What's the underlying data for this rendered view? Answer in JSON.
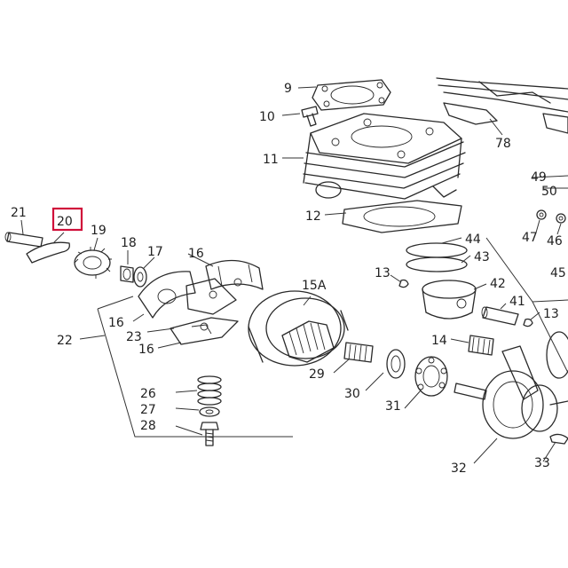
{
  "highlight_color": "#d0103a",
  "labels": {
    "p9": "9",
    "p10": "10",
    "p11": "11",
    "p12": "12",
    "p78": "78",
    "p49": "49",
    "p50": "50",
    "p47": "47",
    "p46": "46",
    "p45": "45",
    "p44": "44",
    "p43": "43",
    "p42": "42",
    "p41": "41",
    "p13a": "13",
    "p13b": "13",
    "p14": "14",
    "p15A": "15A",
    "p16a": "16",
    "p16b": "16",
    "p16c": "16",
    "p17": "17",
    "p18": "18",
    "p19": "19",
    "p20": "20",
    "p21": "21",
    "p22": "22",
    "p23": "23",
    "p26": "26",
    "p27": "27",
    "p28": "28",
    "p29": "29",
    "p30": "30",
    "p31": "31",
    "p32": "32",
    "p33": "33"
  }
}
